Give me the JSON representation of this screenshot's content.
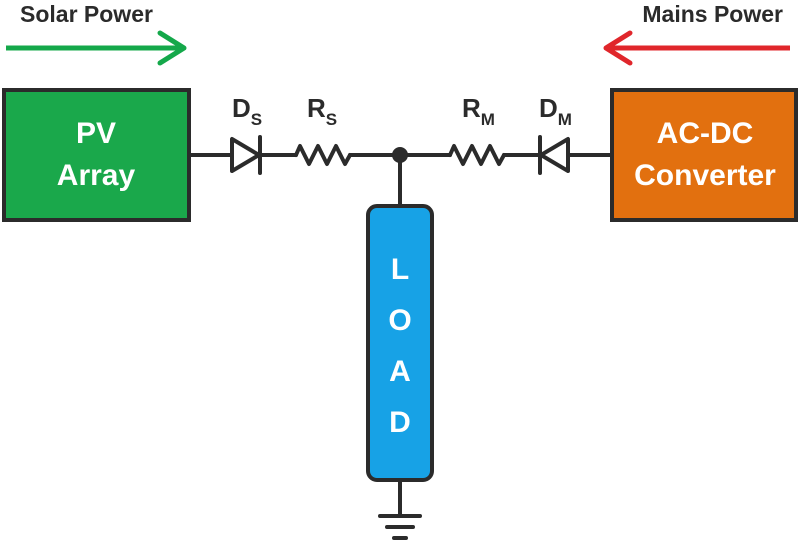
{
  "flows": {
    "solar": {
      "label": "Solar Power",
      "color": "#14a84a"
    },
    "mains": {
      "label": "Mains Power",
      "color": "#e0262b"
    }
  },
  "blocks": {
    "pv": {
      "line1": "PV",
      "line2": "Array",
      "color": "#1aa84b"
    },
    "converter": {
      "line1": "AC-DC",
      "line2": "Converter",
      "color": "#e2700f"
    },
    "load": {
      "letters": [
        "L",
        "O",
        "A",
        "D"
      ],
      "color": "#17a2e6"
    }
  },
  "components": {
    "ds": {
      "main": "D",
      "sub": "S"
    },
    "rs": {
      "main": "R",
      "sub": "S"
    },
    "rm": {
      "main": "R",
      "sub": "M"
    },
    "dm": {
      "main": "D",
      "sub": "M"
    }
  },
  "colors": {
    "wire": "#2b2b2b",
    "box_border": "#2b2b2b"
  }
}
